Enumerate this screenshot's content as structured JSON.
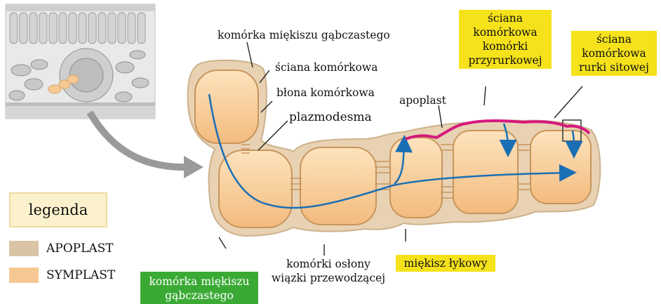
{
  "labels": {
    "spongy_cell": "komórka miękiszu gąbczastego",
    "cell_wall": "ściana komórkowa",
    "cell_membrane": "błona komórkowa",
    "plasmodesma": "plazmodesma",
    "apoplast": "apoplast",
    "companion_wall": [
      "ściana",
      "komórkowa",
      "komórki",
      "przyrurkowej"
    ],
    "sieve_wall": [
      "ściana",
      "komórkowa",
      "rurki sitowej"
    ],
    "phloem_parenchyma": "miękisz łykowy",
    "bundle_sheath": [
      "komórki osłony",
      "wiązki przewodzącej"
    ],
    "spongy_cell_green": [
      "komórka miękiszu",
      "gąbczastego"
    ]
  },
  "legend": {
    "title": "legenda",
    "items": [
      {
        "label": "APOPLAST",
        "color": "#d9c4a6"
      },
      {
        "label": "SYMPLAST",
        "color": "#f6c994"
      }
    ]
  },
  "colors": {
    "symplast_arrow": "#1a6fb4",
    "apoplast_arrow": "#d6197e",
    "cell_wall": "#e8d2b3",
    "cytoplasm": "#f6c994",
    "highlight_yellow": "#f5e21b",
    "highlight_green": "#3aaa35"
  }
}
